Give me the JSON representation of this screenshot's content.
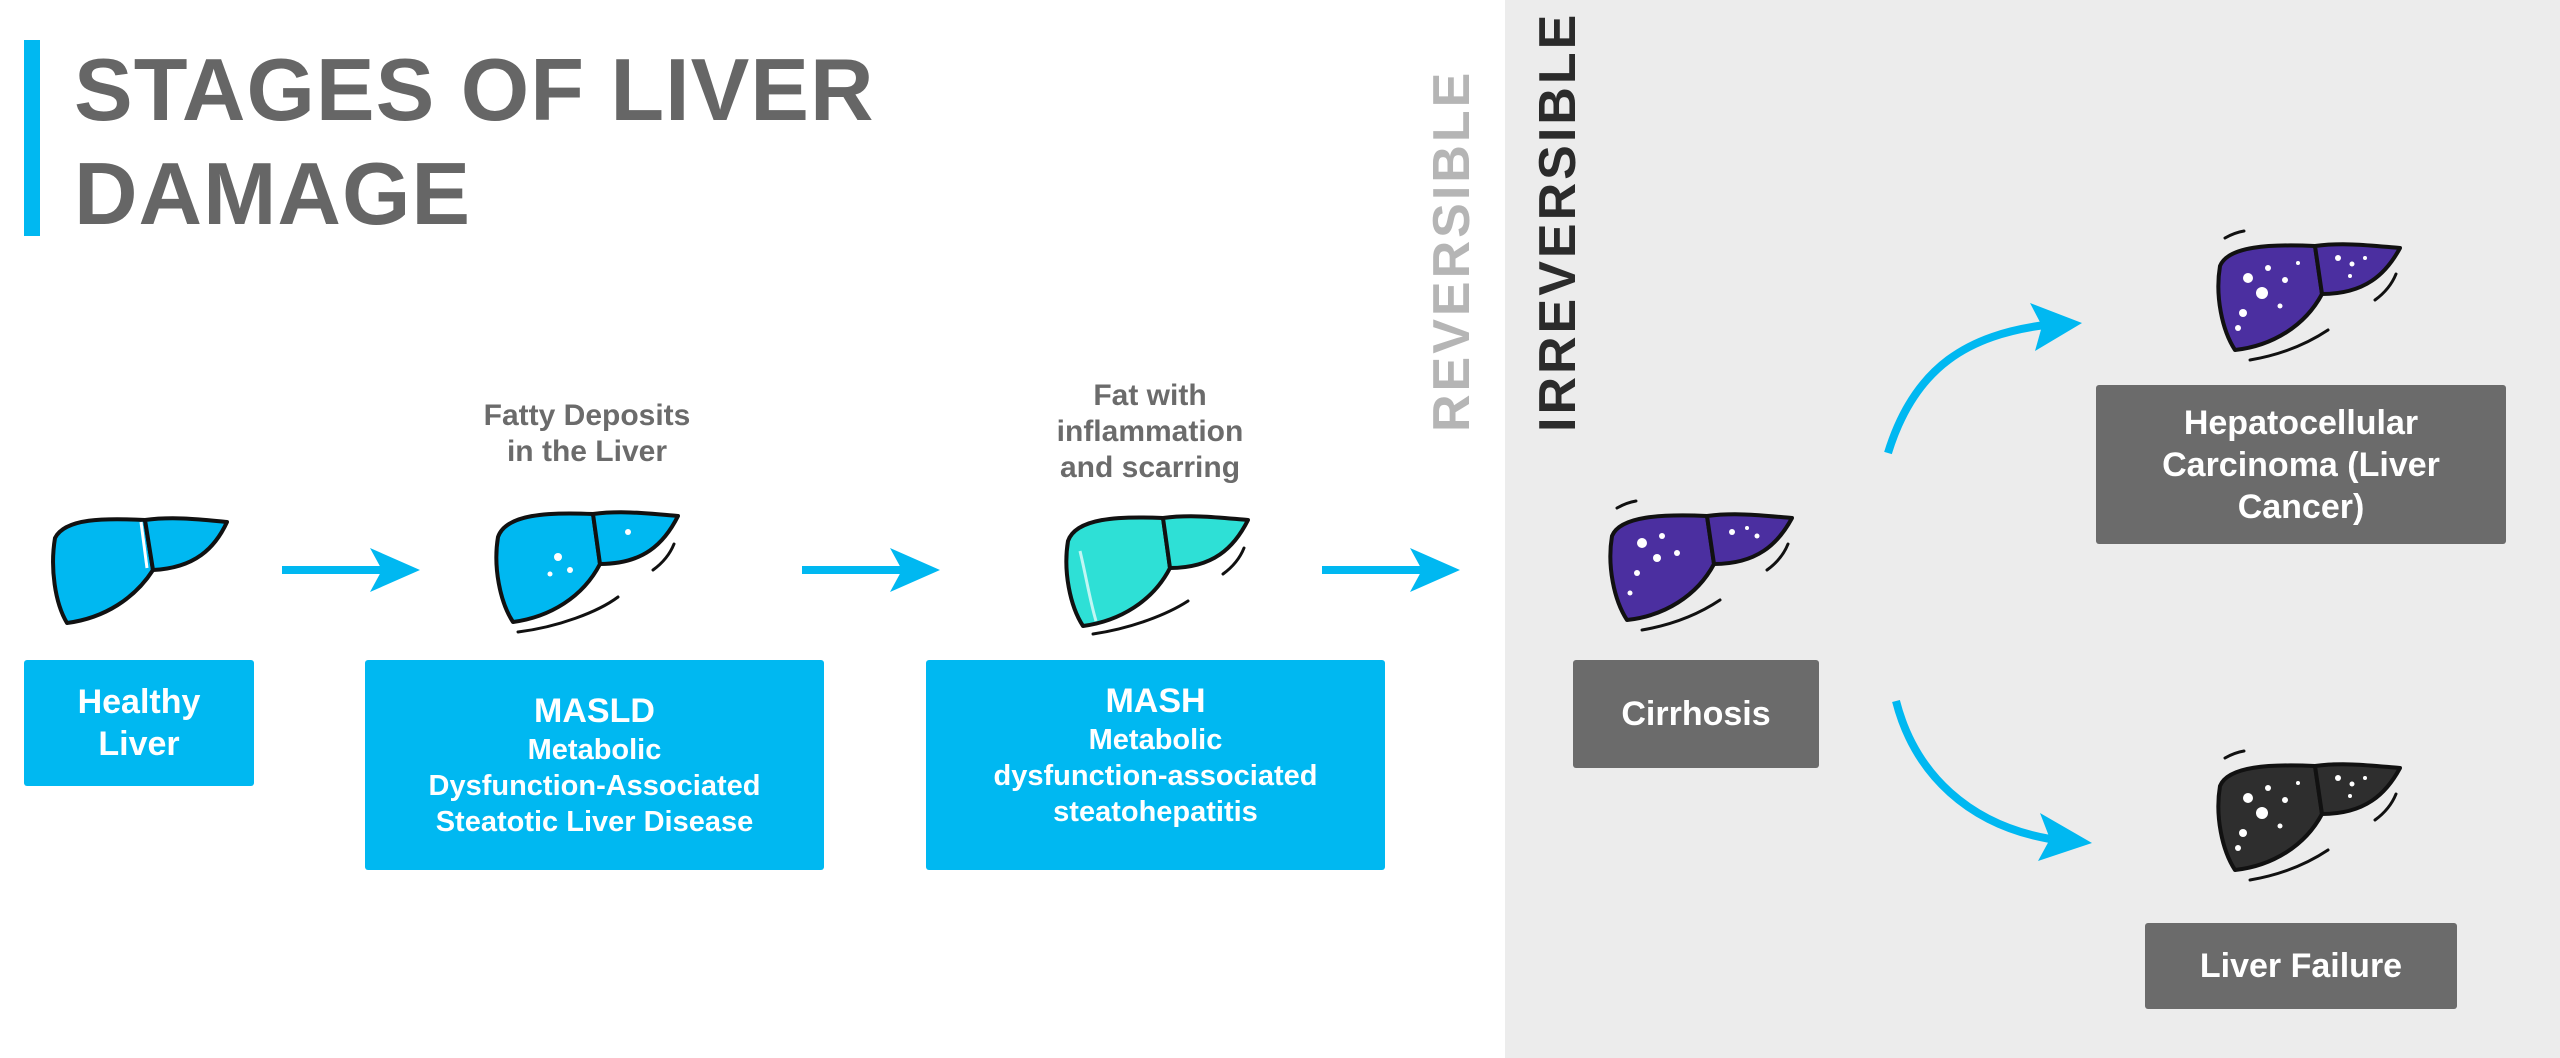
{
  "title": {
    "line1": "STAGES OF LIVER",
    "line2": "DAMAGE"
  },
  "zones": {
    "reversible": "REVERSIBLE",
    "irreversible": "IRREVERSIBLE"
  },
  "stages": {
    "healthy": {
      "label_line1": "Healthy",
      "label_line2": "Liver"
    },
    "masld": {
      "caption_line1": "Fatty Deposits",
      "caption_line2": "in the Liver",
      "title": "MASLD",
      "sub1": "Metabolic",
      "sub2": "Dysfunction-Associated",
      "sub3": "Steatotic Liver Disease"
    },
    "mash": {
      "caption_line1": "Fat with",
      "caption_line2": "inflammation",
      "caption_line3": "and scarring",
      "title": "MASH",
      "sub1": "Metabolic",
      "sub2": "dysfunction-associated",
      "sub3": "steatohepatitis"
    },
    "cirrhosis": {
      "label": "Cirrhosis"
    },
    "hcc": {
      "line1": "Hepatocellular",
      "line2": "Carcinoma (Liver",
      "line3": "Cancer)"
    },
    "failure": {
      "label": "Liver Failure"
    }
  },
  "colors": {
    "accent": "#00b8f1",
    "healthy_liver": "#00b8f1",
    "mash_liver": "#2ee0d6",
    "cirrhosis_liver": "#4b2fa0",
    "failure_liver": "#2e2e2e",
    "grey_box": "#6b6b6b",
    "irreversible_bg": "#ececec"
  }
}
